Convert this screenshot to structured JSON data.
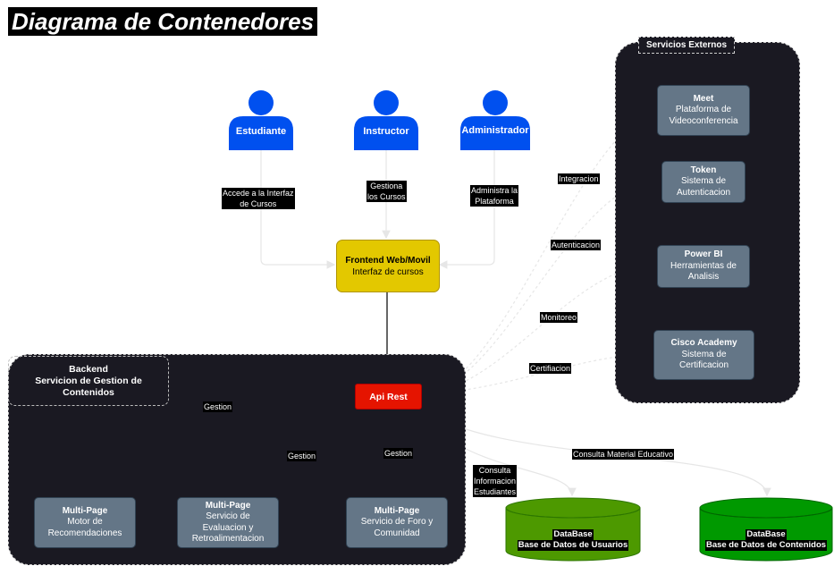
{
  "title": "Diagrama de Contenedores",
  "external_panel": {
    "label": "Servicios Externos",
    "services": [
      {
        "name": "Meet",
        "desc_1": "Plataforma de",
        "desc_2": "Videoconferencia"
      },
      {
        "name": "Token",
        "desc_1": "Sistema de",
        "desc_2": "Autenticacion"
      },
      {
        "name": "Power BI",
        "desc_1": "Herramientas de",
        "desc_2": "Analisis"
      },
      {
        "name": "Cisco Academy",
        "desc_1": "Sistema de",
        "desc_2": "Certificacion"
      }
    ]
  },
  "actors": [
    {
      "label": "Estudiante",
      "edge_1": "Accede a la Interfaz",
      "edge_2": "de Cursos"
    },
    {
      "label": "Instructor",
      "edge_1": "Gestiona",
      "edge_2": "los Cursos"
    },
    {
      "label": "Administrador",
      "edge_1": "Administra la",
      "edge_2": "Plataforma"
    }
  ],
  "frontend": {
    "name": "Frontend Web/Movil",
    "desc": "Interfaz de cursos"
  },
  "backend": {
    "line_1": "Backend",
    "line_2": "Servicion de Gestion de",
    "line_3": "Contenidos"
  },
  "api": {
    "label": "Api Rest"
  },
  "modules": [
    {
      "line_1": "Multi-Page",
      "line_2": "Motor de",
      "line_3": "Recomendaciones",
      "edge": "Gestion"
    },
    {
      "line_1": "Multi-Page",
      "line_2": "Servicio de",
      "line_3": "Evaluacion y",
      "line_4": "Retroalimentacion",
      "edge": "Gestion"
    },
    {
      "line_1": "Multi-Page",
      "line_2": "Servicio de Foro y",
      "line_3": "Comunidad",
      "edge": "Gestion"
    }
  ],
  "external_edges": [
    "Integracion",
    "Autenticacion",
    "Monitoreo",
    "Certifiacion"
  ],
  "databases": [
    {
      "line_1": "DataBase",
      "line_2": "Base de Datos de Usuarios",
      "edge_1": "Consulta",
      "edge_2": "Informacion",
      "edge_3": "Estudiantes"
    },
    {
      "line_1": "DataBase",
      "line_2": "Base de Datos de Contenidos",
      "edge_1": "Consulta Material Educativo"
    }
  ],
  "colors": {
    "actor": "#0050ef",
    "frontend": "#e3c800",
    "api": "#e51400",
    "service": "#647687",
    "panel": "#1a1922",
    "db_users": "#4d9900",
    "db_contents": "#009900"
  }
}
